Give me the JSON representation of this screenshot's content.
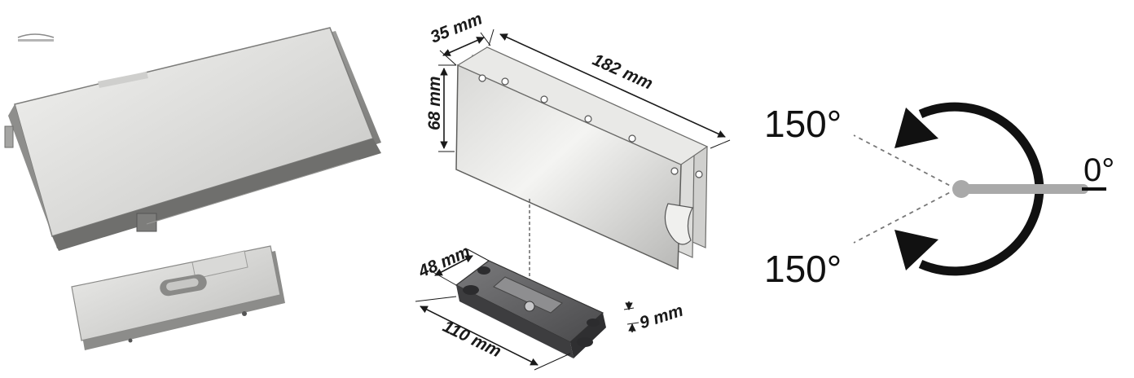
{
  "dimensions": {
    "depth": "35 mm",
    "length": "182 mm",
    "height": "68 mm",
    "base_width": "48 mm",
    "base_length": "110 mm",
    "base_thickness": "9 mm"
  },
  "rotation": {
    "upper_limit": "150°",
    "lower_limit": "150°",
    "closed": "0°"
  },
  "colors": {
    "metal_light": "#e6e6e4",
    "metal_mid": "#c9c9c7",
    "metal_dark": "#8a8a88",
    "base_dark": "#5a5a5c",
    "arrow": "#111111",
    "arm": "#a9a9a9"
  }
}
